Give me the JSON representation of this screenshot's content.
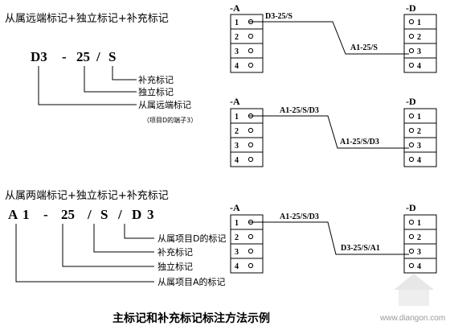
{
  "examples": [
    {
      "heading": "从属远端标记+独立标记+补充标记",
      "code": [
        "D3",
        "-",
        "25",
        "/",
        "S"
      ],
      "labels": [
        "补充标记",
        "独立标记",
        "从属远端标记"
      ],
      "note": "（项目D的端子3）"
    },
    {
      "heading": "从属两端标记+独立标记+补充标记",
      "code": [
        "A",
        "1",
        "-",
        "25",
        "/",
        "S",
        "/",
        "D",
        "3"
      ],
      "labels": [
        "从属项目D的标记",
        "补充标记",
        "独立标记",
        "从属项目A的标记"
      ]
    }
  ],
  "panels": [
    {
      "left_header": "-A",
      "right_header": "-D",
      "left_terminals": [
        "1",
        "2",
        "3",
        "4"
      ],
      "right_terminals": [
        "1",
        "2",
        "3",
        "4"
      ],
      "wire_label_a": "D3-25/S",
      "wire_label_d": "A1-25/S"
    },
    {
      "left_header": "-A",
      "right_header": "-D",
      "left_terminals": [
        "1",
        "2",
        "3",
        "4"
      ],
      "right_terminals": [
        "1",
        "2",
        "3",
        "4"
      ],
      "wire_label_a": "A1-25/S/D3",
      "wire_label_d": "A1-25/S/D3"
    },
    {
      "left_header": "-A",
      "right_header": "-D",
      "left_terminals": [
        "1",
        "2",
        "3",
        "4"
      ],
      "right_terminals": [
        "1",
        "2",
        "3",
        "4"
      ],
      "wire_label_a": "A1-25/S/D3",
      "wire_label_d": "D3-25/S/A1"
    }
  ],
  "caption": "主标记和补充标记标注方法示例",
  "watermark": "www.diangon.com"
}
